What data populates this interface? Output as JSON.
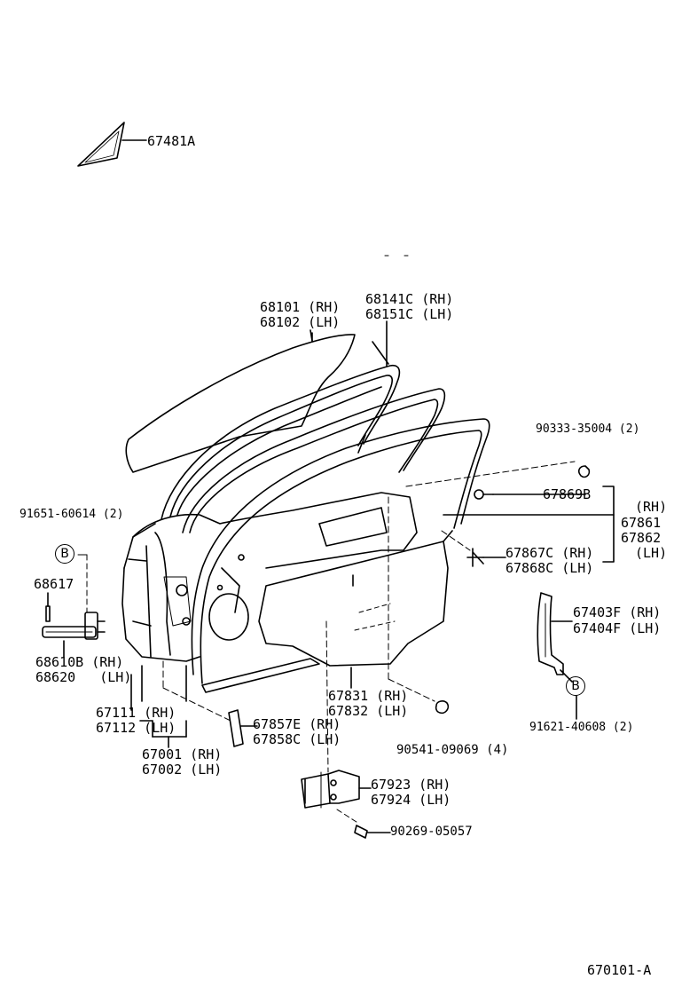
{
  "diagram_code": "670101-A",
  "callouts": {
    "b_marker": "B",
    "p67481A": "67481A",
    "p68101": "68101 (RH)",
    "p68102": "68102 (LH)",
    "p68141C": "68141C (RH)",
    "p68151C": "68151C (LH)",
    "p90333": "90333-35004 (2)",
    "p67869B": "67869B",
    "p67861_rh": "(RH)",
    "p67861": "67861",
    "p67862": "67862",
    "p67862_lh": "(LH)",
    "p67867C": "67867C (RH)",
    "p67868C": "67868C (LH)",
    "p67403F": "67403F (RH)",
    "p67404F": "67404F (LH)",
    "p91621": "91621-40608 (2)",
    "p91651": "91651-60614 (2)",
    "p68617": "68617",
    "p68610B": "68610B (RH)",
    "p68620": "68620   (LH)",
    "p67111": "67111 (RH)",
    "p67112": "67112 (LH)",
    "p67001": "67001 (RH)",
    "p67002": "67002 (LH)",
    "p67857E": "67857E (RH)",
    "p67858C": "67858C (LH)",
    "p67831": "67831 (RH)",
    "p67832": "67832 (LH)",
    "p90541": "90541-09069 (4)",
    "p67923": "67923 (RH)",
    "p67924": "67924 (LH)",
    "p90269": "90269-05057"
  }
}
